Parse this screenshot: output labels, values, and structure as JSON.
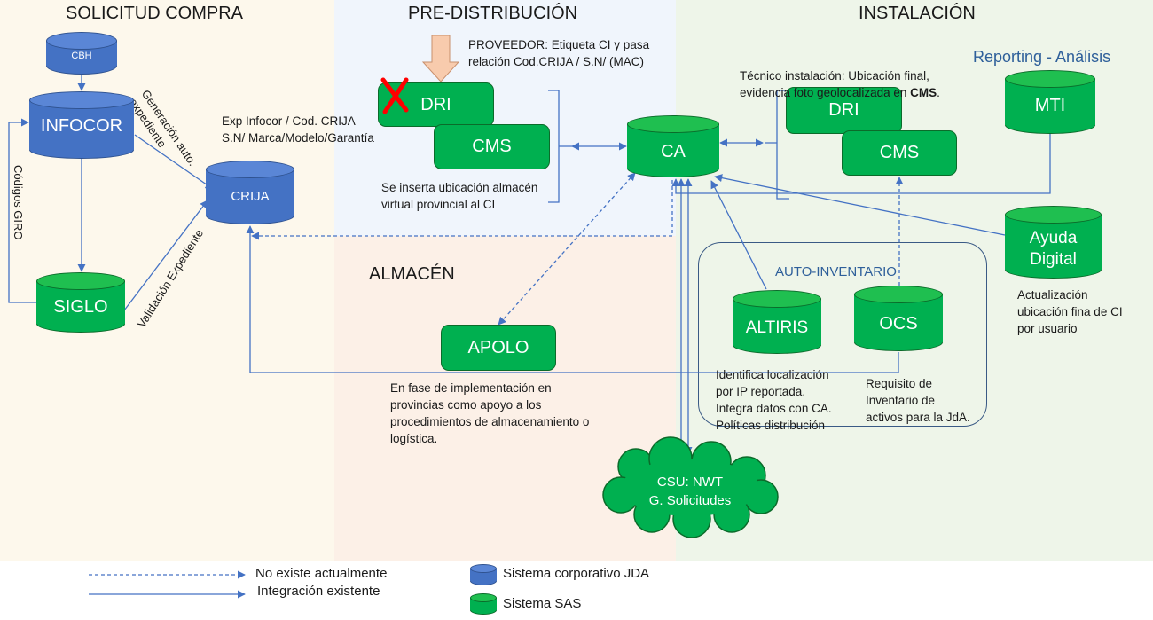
{
  "zones": {
    "solicitud": {
      "title": "SOLICITUD COMPRA"
    },
    "predistribucion": {
      "title": "PRE-DISTRIBUCIÓN"
    },
    "instalacion": {
      "title": "INSTALACIÓN"
    },
    "almacen": {
      "title": "ALMACÉN"
    }
  },
  "nodes": {
    "cbh": "CBH",
    "infocor": "INFOCOR",
    "crija": "CRIJA",
    "siglo": "SIGLO",
    "dri_pre": "DRI",
    "cms_pre": "CMS",
    "ca": "CA",
    "dri_inst": "DRI",
    "cms_inst": "CMS",
    "mti": "MTI",
    "ayuda_digital": "Ayuda\nDigital",
    "apolo": "APOLO",
    "altiris": "ALTIRIS",
    "ocs": "OCS",
    "csu_line1": "CSU:  NWT",
    "csu_line2": "G. Solicitudes"
  },
  "labels": {
    "generacion": "Generación auto.\nexpediente",
    "codigos_giro": "Códigos GIRO",
    "validacion": "Validación Expediente",
    "exp_infocor": "Exp Infocor / Cod. CRIJA\nS.N/ Marca/Modelo/Garantía",
    "proveedor": "PROVEEDOR:  Etiqueta CI y pasa\nrelación Cod.CRIJA / S.N/ (MAC)",
    "se_inserta": "Se inserta ubicación almacén\nvirtual provincial al CI",
    "tecnico": "Técnico instalación: Ubicación final,\nevidencia foto geolocalizada en ",
    "tecnico_bold": "CMS",
    "reporting": "Reporting - Análisis",
    "auto_inventario": "AUTO-INVENTARIO",
    "actualizacion": "Actualización\nubicación fina de CI\npor usuario",
    "apolo_note": "En fase de implementación en\nprovincias como apoyo a los\nprocedimientos de almacenamiento o\nlogística.",
    "altiris_note": "Identifica localización\npor IP reportada.\nIntegra datos con CA.\nPolíticas distribución",
    "ocs_note": "Requisito de\nInventario de\nactivos para la JdA."
  },
  "legend": {
    "dashed": "No existe actualmente",
    "solid": "Integración existente",
    "blue": "Sistema corporativo JDA",
    "green": "Sistema SAS"
  },
  "colors": {
    "corporate_blue": "#4472c4",
    "sas_green": "#00b050",
    "connector": "#4472c4",
    "removed_mark": "#ff0000"
  }
}
